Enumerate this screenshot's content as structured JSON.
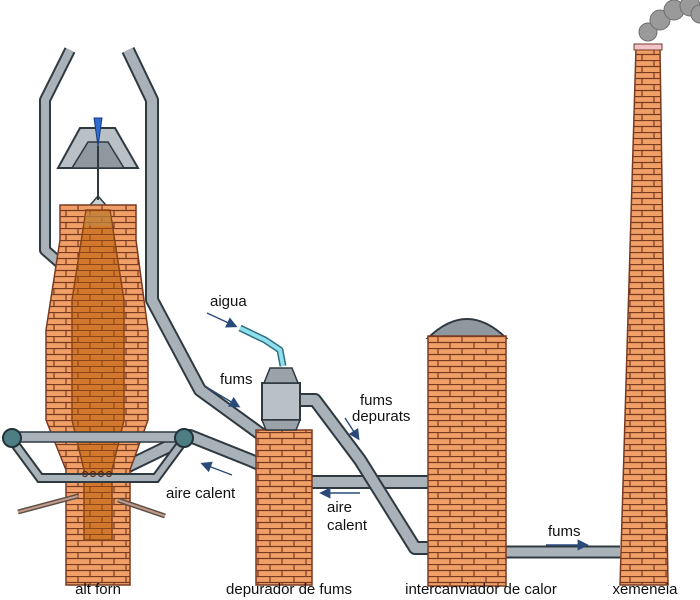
{
  "labels": {
    "aigua": "aigua",
    "fums_a": "fums",
    "fums_depurats_1": "fums",
    "fums_depurats_2": "depurats",
    "aire_calent_a": "aire calent",
    "aire_calent_b1": "aire",
    "aire_calent_b2": "calent",
    "fums_b": "fums"
  },
  "captions": {
    "alt_forn": "alt forn",
    "depurador": "depurador de fums",
    "intercanviador": "intercanviador de calor",
    "xemeneia": "xemeneia"
  },
  "colors": {
    "brick": "#f0a066",
    "mortar": "#7a3a22",
    "pipe": "#a9b2b8",
    "pipe_edge": "#2f3a40",
    "molten": "#d2782c",
    "water": "#8ee0ee",
    "smoke": "#9a9a9a",
    "arrow": "#2a4a7a"
  }
}
